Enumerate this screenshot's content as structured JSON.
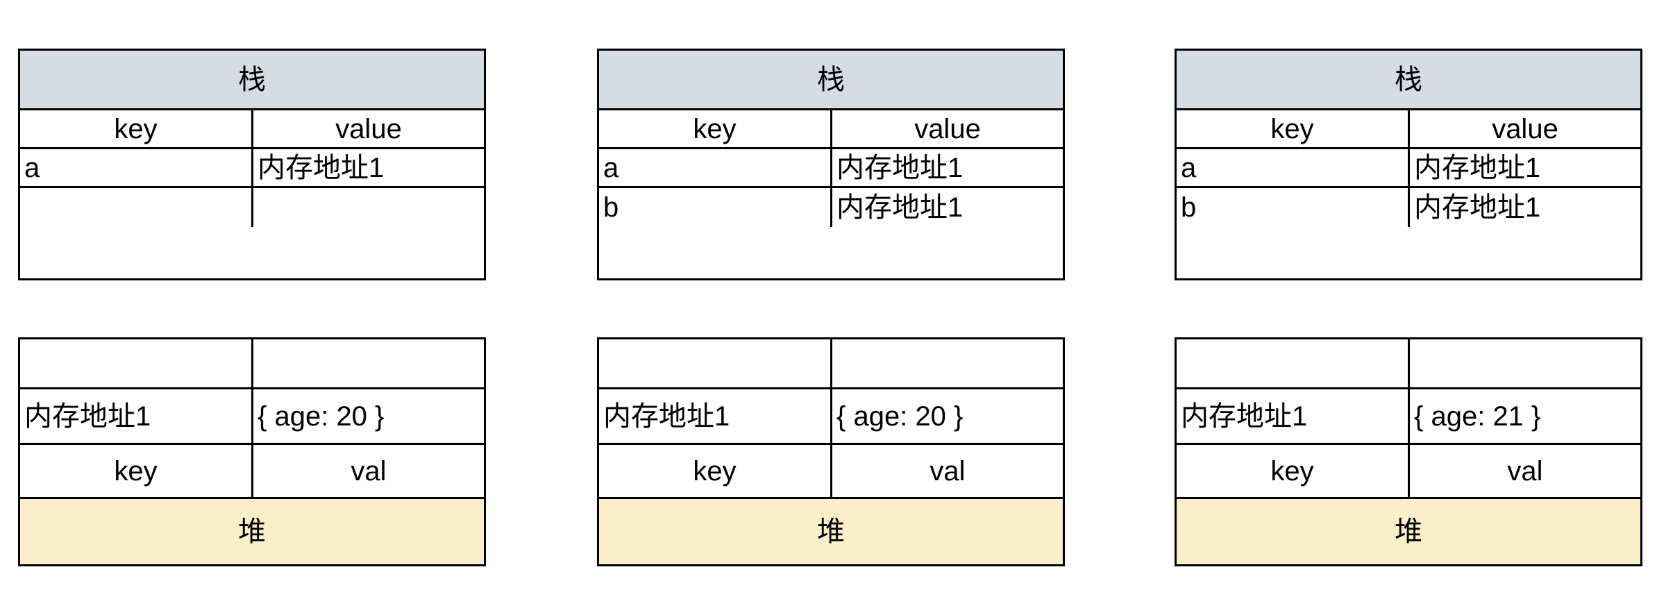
{
  "diagram": {
    "title_stack": "栈",
    "title_heap": "堆",
    "colors": {
      "stack_header_bg": "#d6dce4",
      "heap_footer_bg": "#fbeec8",
      "border": "#000000",
      "background": "#ffffff"
    }
  },
  "stacks": [
    {
      "id": "stack-1",
      "title": "栈",
      "columns": [
        "key",
        "value"
      ],
      "rows": [
        {
          "key": "a",
          "value": "内存地址1"
        },
        {
          "key": "",
          "value": ""
        }
      ]
    },
    {
      "id": "stack-2",
      "title": "栈",
      "columns": [
        "key",
        "value"
      ],
      "rows": [
        {
          "key": "a",
          "value": "内存地址1"
        },
        {
          "key": "b",
          "value": "内存地址1"
        }
      ]
    },
    {
      "id": "stack-3",
      "title": "栈",
      "columns": [
        "key",
        "value"
      ],
      "rows": [
        {
          "key": "a",
          "value": "内存地址1"
        },
        {
          "key": "b",
          "value": "内存地址1"
        }
      ]
    }
  ],
  "heaps": [
    {
      "id": "heap-1",
      "title": "堆",
      "blank_row": {
        "key": "",
        "val": ""
      },
      "entry": {
        "key": "内存地址1",
        "val": "{ age: 20 }"
      },
      "labels": {
        "key": "key",
        "val": "val"
      }
    },
    {
      "id": "heap-2",
      "title": "堆",
      "blank_row": {
        "key": "",
        "val": ""
      },
      "entry": {
        "key": "内存地址1",
        "val": "{ age: 20 }"
      },
      "labels": {
        "key": "key",
        "val": "val"
      }
    },
    {
      "id": "heap-3",
      "title": "堆",
      "blank_row": {
        "key": "",
        "val": ""
      },
      "entry": {
        "key": "内存地址1",
        "val": "{ age: 21 }"
      },
      "labels": {
        "key": "key",
        "val": "val"
      }
    }
  ]
}
